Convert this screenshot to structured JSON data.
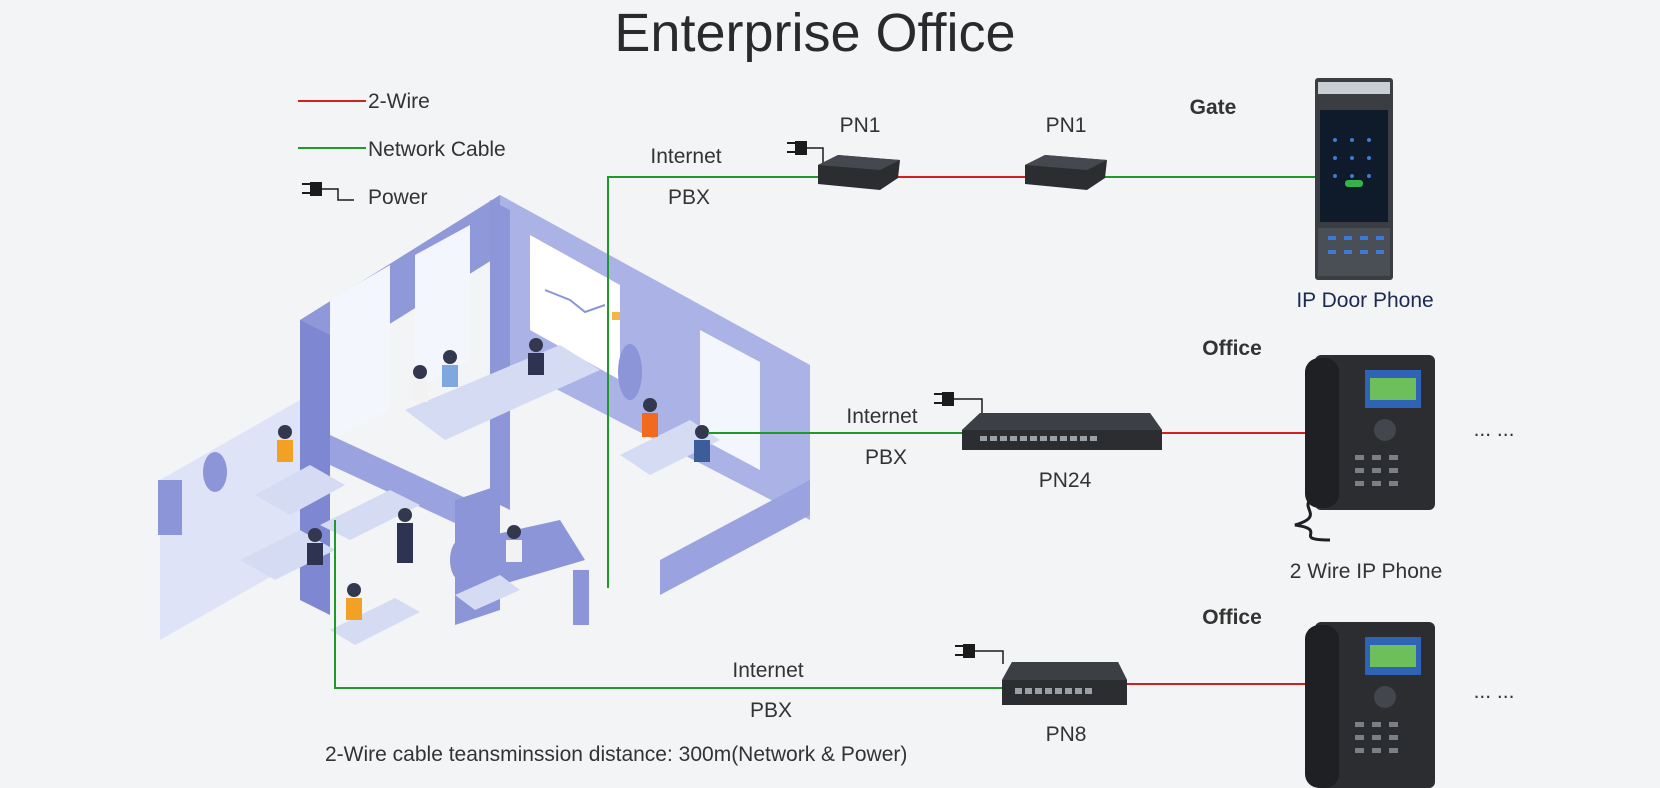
{
  "title": "Enterprise Office",
  "legend": {
    "two_wire": "2-Wire",
    "network_cable": "Network Cable",
    "power": "Power"
  },
  "colors": {
    "two_wire": "#d42020",
    "network_cable": "#1f9a2a",
    "office_illustration": "#9aa3e0",
    "device_dark": "#2b2d31",
    "background": "#f2f4f5"
  },
  "icons": [
    "power-plug-icon",
    "office-illustration",
    "pn1-converter",
    "pn24-switch",
    "pn8-switch",
    "ip-door-phone",
    "ip-phone"
  ],
  "links": {
    "top": {
      "internet": "Internet",
      "pbx": "PBX"
    },
    "middle": {
      "internet": "Internet",
      "pbx": "PBX"
    },
    "bottom": {
      "internet": "Internet",
      "pbx": "PBX"
    }
  },
  "devices": {
    "pn1_left": "PN1",
    "pn1_right": "PN1",
    "pn24": "PN24",
    "pn8": "PN8"
  },
  "endpoints": {
    "gate_label": "Gate",
    "door_phone_caption": "IP Door Phone",
    "office1_label": "Office",
    "ip_phone_caption": "2 Wire IP Phone",
    "office2_label": "Office",
    "ellipsis1": "... ...",
    "ellipsis2": "... ..."
  },
  "footnote": "2-Wire cable teansminssion distance: 300m(Network & Power)"
}
